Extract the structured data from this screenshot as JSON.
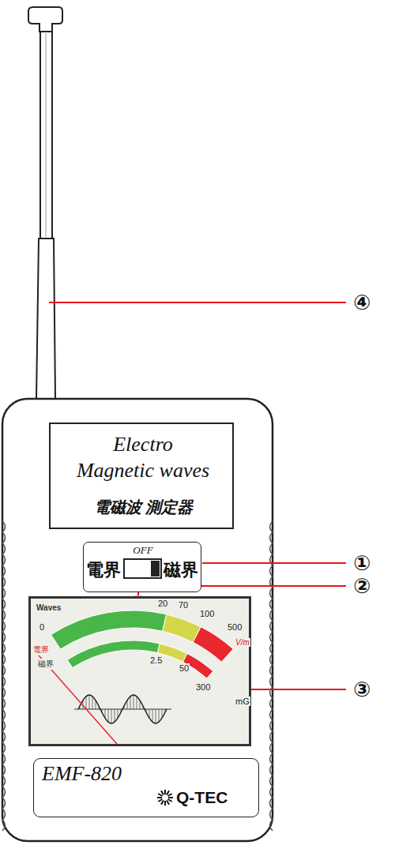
{
  "diagram": {
    "nodes": [
      {
        "text": [
          "Electro Magnetic waves",
          "電磁波 測定器"
        ]
      },
      {
        "text": [
          "OFF",
          "電界",
          "磁界"
        ]
      },
      {
        "text": [
          "Waves",
          "0",
          "20",
          "70",
          "100",
          "500",
          "V/m",
          "2.5",
          "50",
          "300",
          "mG",
          "電界",
          "磁界"
        ]
      },
      {
        "text": [
          "EMF-820",
          "Q-TEC"
        ]
      }
    ],
    "labels": [
      "④",
      "①",
      "②",
      "③"
    ]
  }
}
